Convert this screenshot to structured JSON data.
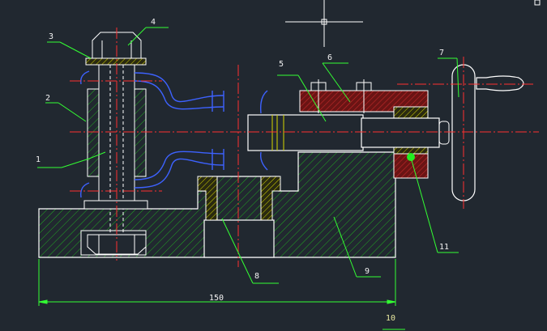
{
  "drawing": {
    "callouts": [
      {
        "id": "p1",
        "label": "1"
      },
      {
        "id": "p2",
        "label": "2"
      },
      {
        "id": "p3",
        "label": "3"
      },
      {
        "id": "p4",
        "label": "4"
      },
      {
        "id": "p5",
        "label": "5"
      },
      {
        "id": "p6",
        "label": "6"
      },
      {
        "id": "p7",
        "label": "7"
      },
      {
        "id": "p8",
        "label": "8"
      },
      {
        "id": "p9",
        "label": "9"
      },
      {
        "id": "p10",
        "label": "10"
      },
      {
        "id": "p11",
        "label": "11"
      }
    ],
    "dimension": {
      "value": "150"
    },
    "colors": {
      "background": "#212830",
      "outline": "#ffffff",
      "leader": "#33ff33",
      "centerline": "#ff3030",
      "hatch_green": "#22aa22",
      "hatch_red": "#b81e1e",
      "hatch_yellow": "#d8d800",
      "workpiece_blue": "#3d62ff",
      "dimension_line": "#33ff33"
    }
  }
}
